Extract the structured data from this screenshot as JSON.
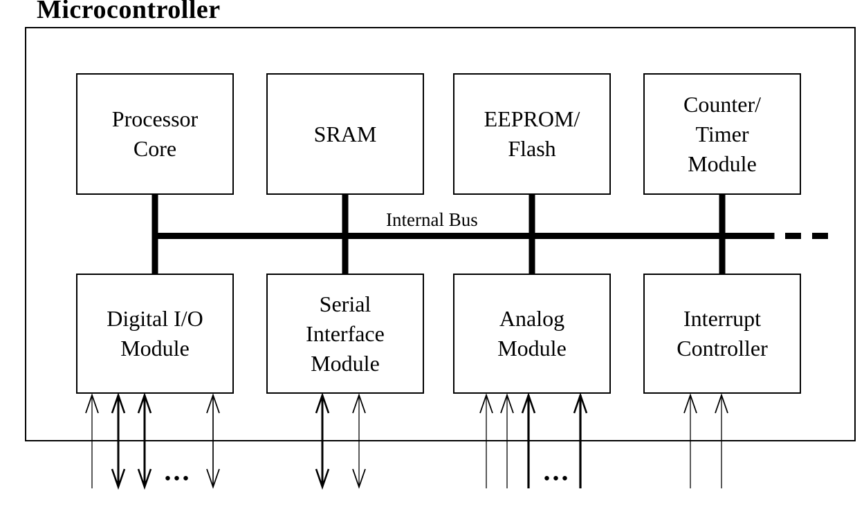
{
  "title": "Microcontroller",
  "bus_label": "Internal Bus",
  "blocks": {
    "processor_core": {
      "line1": "Processor",
      "line2": "Core"
    },
    "sram": {
      "line1": "SRAM"
    },
    "eeprom_flash": {
      "line1": "EEPROM/",
      "line2": "Flash"
    },
    "counter_timer": {
      "line1": "Counter/",
      "line2": "Timer",
      "line3": "Module"
    },
    "digital_io": {
      "line1": "Digital I/O",
      "line2": "Module"
    },
    "serial_interface": {
      "line1": "Serial",
      "line2": "Interface",
      "line3": "Module"
    },
    "analog": {
      "line1": "Analog",
      "line2": "Module"
    },
    "interrupt": {
      "line1": "Interrupt",
      "line2": "Controller"
    }
  },
  "ellipsis_digital": "...",
  "ellipsis_analog": "...",
  "colors": {
    "ink": "#000000",
    "background": "#ffffff"
  }
}
